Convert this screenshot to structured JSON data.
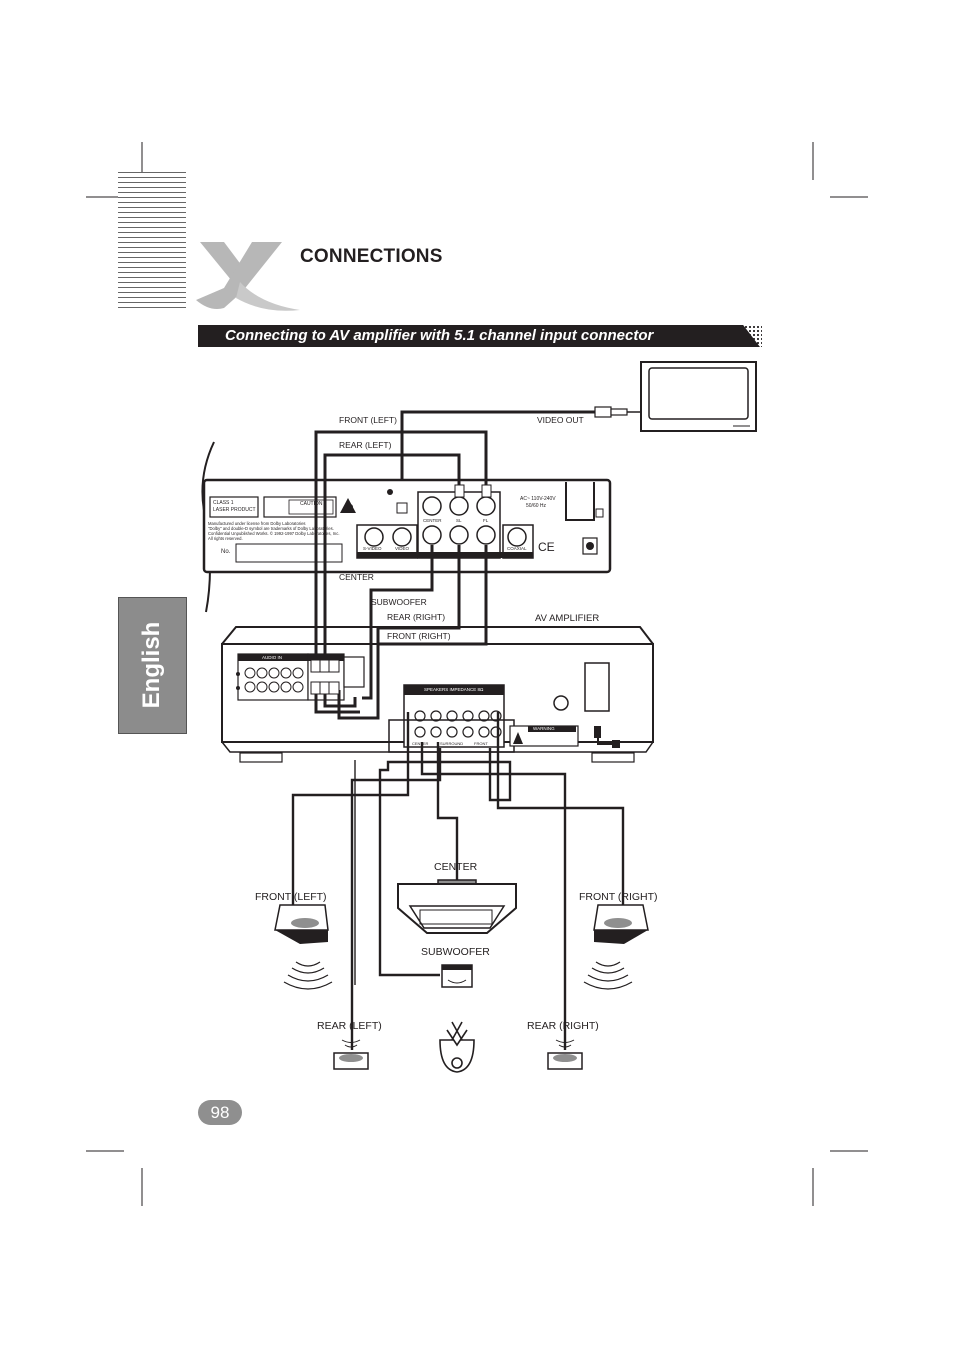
{
  "header": {
    "title": "CONNECTIONS"
  },
  "banner": {
    "text": "Connecting to AV amplifier with 5.1 channel input connector"
  },
  "sidebar": {
    "language": "English"
  },
  "footer": {
    "page_number": "98"
  },
  "diagram": {
    "cable_labels": {
      "front_left": "FRONT (LEFT)",
      "rear_left": "REAR (LEFT)",
      "video_out": "VIDEO OUT",
      "center": "CENTER",
      "subwoofer": "SUBWOOFER",
      "rear_right": "REAR (RIGHT)",
      "front_right": "FRONT (RIGHT)",
      "av_amplifier": "AV AMPLIFIER"
    },
    "speaker_labels": {
      "front_left": "FRONT (LEFT)",
      "center": "CENTER",
      "front_right": "FRONT (RIGHT)",
      "subwoofer": "SUBWOOFER",
      "rear_left": "REAR (LEFT)",
      "rear_right": "REAR (RIGHT)"
    },
    "player_panel": {
      "class_label": "CLASS 1",
      "laser_label": "LASER PRODUCT",
      "caution_label": "CAUTION",
      "dolby_text": [
        "Manufactured under license from Dolby Laboratories",
        "\"Dolby\" and double-D symbol are trademarks of Dolby Laboratories.",
        "Confidential Unpublished Works. © 1992-1997 Dolby Laboratories, Inc.",
        "All rights reserved."
      ],
      "no_label": "No.",
      "power_rating": [
        "AC~ 110V-240V",
        "50/60 Hz"
      ],
      "jack_labels": {
        "center": "CENTER",
        "sl": "SL",
        "fl": "FL",
        "svideo": "S-VIDEO",
        "video": "VIDEO",
        "coaxial": "COAXIAL"
      }
    },
    "amplifier_panel": {
      "audio_in": "AUDIO IN",
      "speakers_impedance": "SPEAKERS IMPEDANCE 8Ω",
      "warning": "WARNING",
      "terminal_groups": [
        "CENTER",
        "SURROUND",
        "FRONT"
      ]
    }
  }
}
